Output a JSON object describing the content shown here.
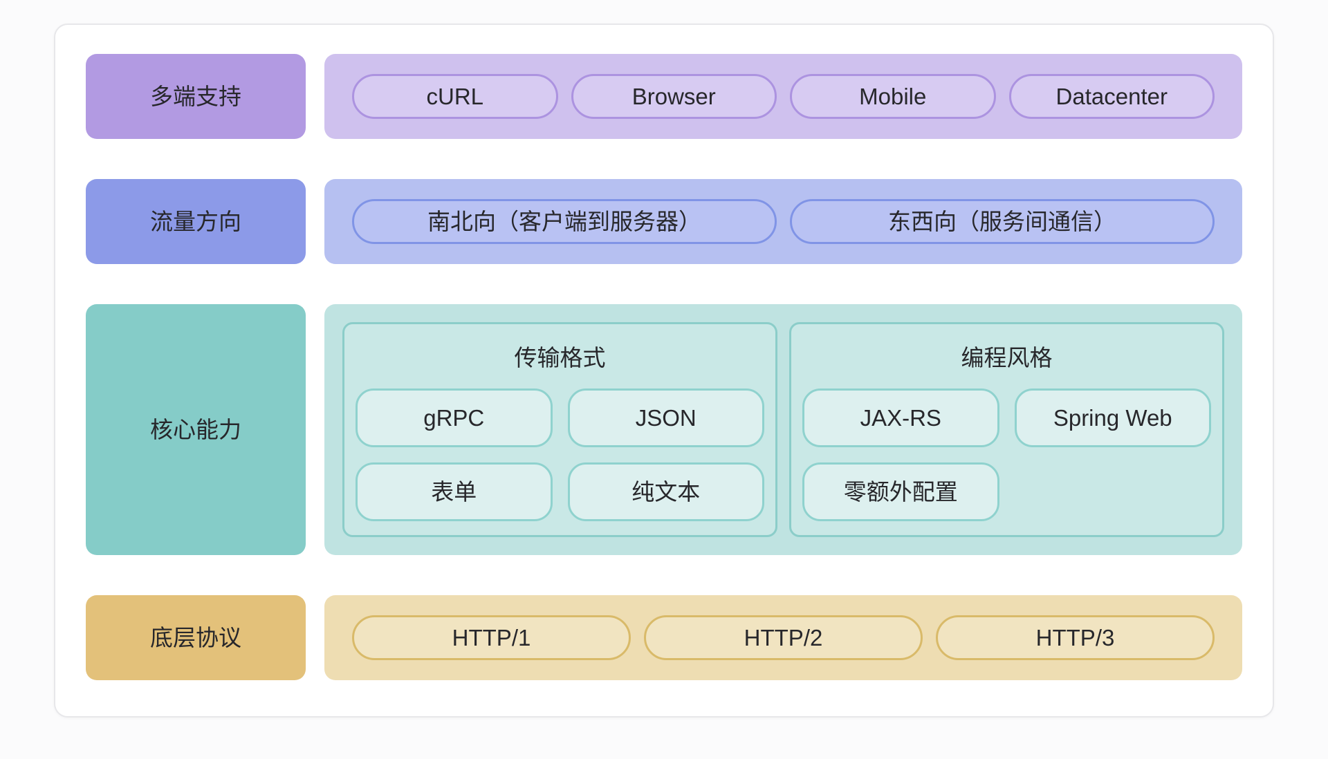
{
  "palette": {
    "page_bg": "#fbfbfc",
    "card_bg": "#ffffff",
    "card_border": "#e7e7ea",
    "text": "#27272b",
    "purple": {
      "label": "#b29ae2",
      "container": "#cfc1ee",
      "pill_bg": "#d7cbf2",
      "pill_border": "#ac93e0"
    },
    "periwinkle": {
      "label": "#8c9ae8",
      "container": "#b6c0f1",
      "pill_bg": "#b9c2f3",
      "pill_border": "#8094e6"
    },
    "teal": {
      "label": "#85ccc8",
      "container": "#bfe3e1",
      "subbox_bg": "#c9e8e6",
      "subbox_border": "#8bcdc9",
      "pill_bg": "#ddf0ef",
      "pill_border": "#8fd2ce"
    },
    "gold": {
      "label": "#e3c17a",
      "container": "#eeddb2",
      "pill_bg": "#f1e4c1",
      "pill_border": "#d9ba69"
    }
  },
  "rows": {
    "endpoints": {
      "label": "多端支持",
      "pills": [
        "cURL",
        "Browser",
        "Mobile",
        "Datacenter"
      ]
    },
    "traffic": {
      "label": "流量方向",
      "pills": [
        "南北向（客户端到服务器）",
        "东西向（服务间通信）"
      ]
    },
    "core": {
      "label": "核心能力",
      "groups": [
        {
          "title": "传输格式",
          "pills": [
            "gRPC",
            "JSON",
            "表单",
            "纯文本"
          ]
        },
        {
          "title": "编程风格",
          "pills": [
            "JAX-RS",
            "Spring Web",
            "零额外配置"
          ]
        }
      ]
    },
    "protocols": {
      "label": "底层协议",
      "pills": [
        "HTTP/1",
        "HTTP/2",
        "HTTP/3"
      ]
    }
  }
}
